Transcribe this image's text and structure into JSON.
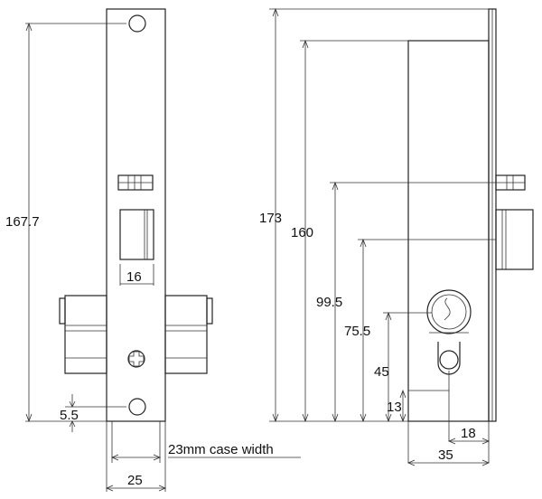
{
  "front_view": {
    "dim_height": "167.7",
    "dim_opening": "16",
    "dim_offset": "5.5",
    "dim_case_width_label": "23mm case width",
    "dim_faceplate": "25"
  },
  "side_view": {
    "dim_total": "173",
    "dim_case_height": "160",
    "dim_latch_center": "99.5",
    "dim_bolt_center": "75.5",
    "dim_cylinder_center": "45",
    "dim_bottom": "13",
    "dim_cylinder_offset": "18",
    "dim_backset": "35"
  },
  "colors": {
    "line": "#222222",
    "background": "#ffffff"
  }
}
